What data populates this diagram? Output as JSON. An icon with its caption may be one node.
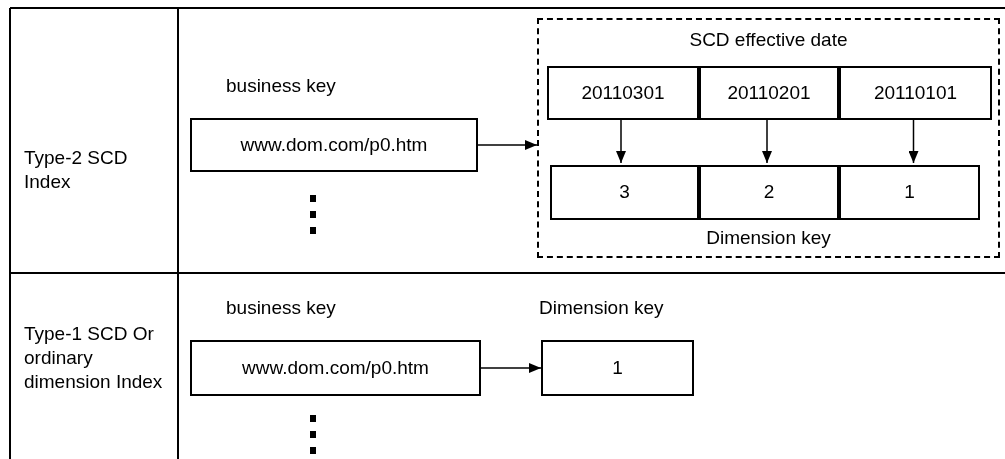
{
  "diagram": {
    "nodes": [
      {
        "text": [
          "business key",
          "www.dom.com/p0.htm"
        ]
      },
      {
        "text": [
          "SCD effective date",
          "Dimension key"
        ]
      },
      {
        "text": [
          "20110301"
        ],
        "in": 1
      },
      {
        "text": [
          "20110201"
        ],
        "in": 1
      },
      {
        "text": [
          "20110101"
        ],
        "in": 1
      },
      {
        "text": [
          "3"
        ],
        "in": 1
      },
      {
        "text": [
          "2"
        ],
        "in": 1
      },
      {
        "text": [
          "1"
        ],
        "in": 1
      },
      {
        "text": [
          "business key",
          "www.dom.com/p0.htm"
        ]
      },
      {
        "text": [
          "Dimension key",
          "1"
        ]
      }
    ],
    "edges": [
      {
        "from": 0,
        "to": 1,
        "arrow": "to"
      },
      {
        "from": 2,
        "to": 5,
        "arrow": "to"
      },
      {
        "from": 3,
        "to": 6,
        "arrow": "to"
      },
      {
        "from": 4,
        "to": 7,
        "arrow": "to"
      },
      {
        "from": 8,
        "to": 9,
        "arrow": "to"
      }
    ],
    "labels": [
      "Type-2 SCD Index",
      "Type-1 SCD Or ordinary dimension Index"
    ]
  }
}
